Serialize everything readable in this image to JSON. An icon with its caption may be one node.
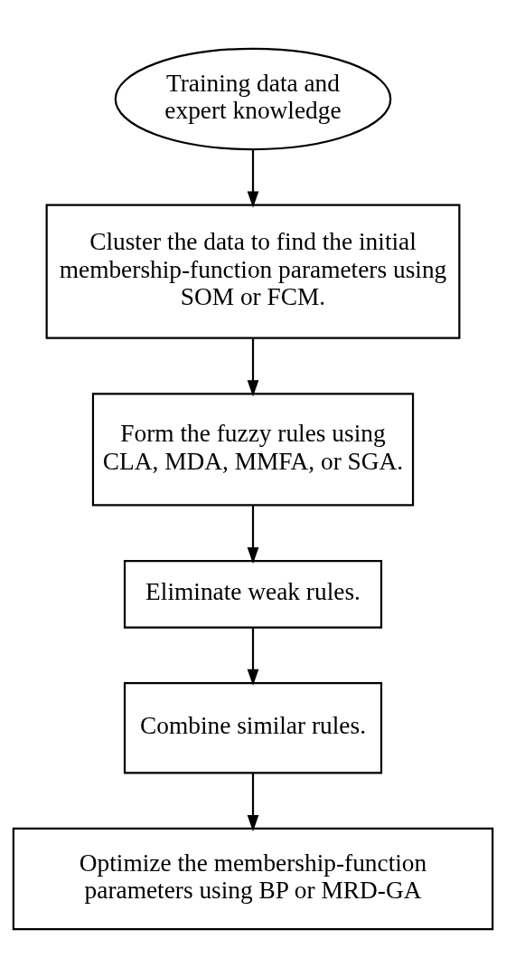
{
  "diagram": {
    "nodes": [
      {
        "text": [
          "Training data and expert knowledge"
        ]
      },
      {
        "text": [
          "Cluster the data to find the initial membership-function parameters using SOM or FCM."
        ]
      },
      {
        "text": [
          "Form the fuzzy rules using CLA, MDA, MMFA, or SGA."
        ]
      },
      {
        "text": [
          "Eliminate weak rules."
        ]
      },
      {
        "text": [
          "Combine similar rules."
        ]
      },
      {
        "text": [
          "Optimize the membership-function parameters using BP or MRD-GA"
        ]
      }
    ],
    "edges": [
      {
        "from": 0,
        "to": 1,
        "arrow": "to"
      },
      {
        "from": 1,
        "to": 2,
        "arrow": "to"
      },
      {
        "from": 2,
        "to": 3,
        "arrow": "to"
      },
      {
        "from": 3,
        "to": 4,
        "arrow": "to"
      },
      {
        "from": 4,
        "to": 5,
        "arrow": "to"
      }
    ]
  }
}
